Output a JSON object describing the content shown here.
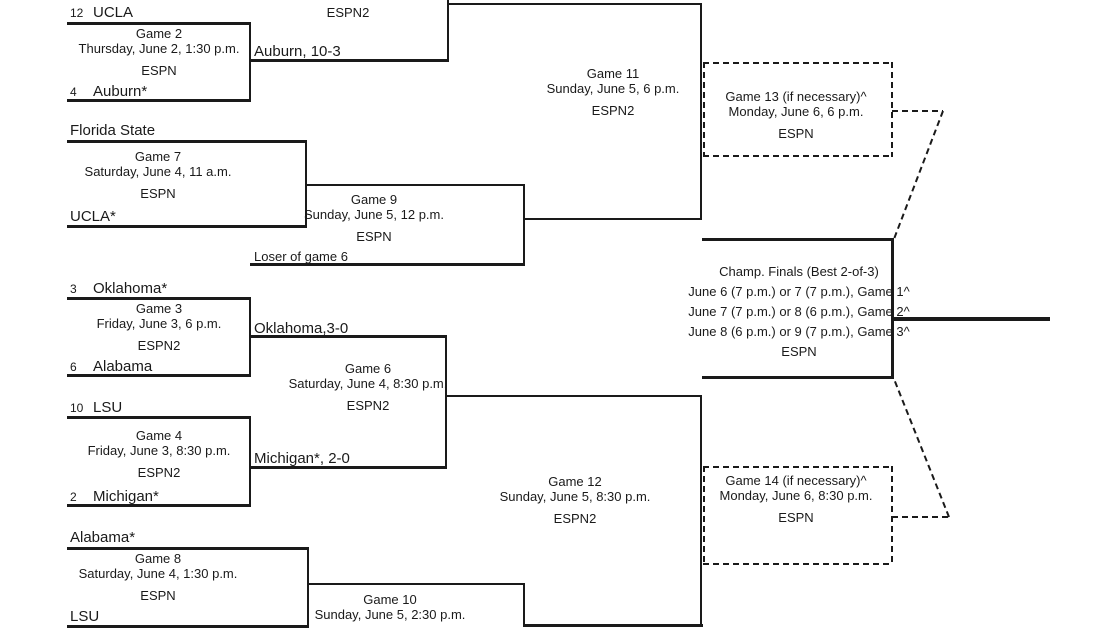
{
  "meta": {
    "ink": "#1a1a1a",
    "background": "#ffffff"
  },
  "cutoff_top": {
    "network": "ESPN2"
  },
  "advancers": {
    "g2": "Auburn, 10-3",
    "g3": "Oklahoma,3-0",
    "g4": "Michigan*, 2-0"
  },
  "feeders": {
    "g9_bottom": "Loser of game 6"
  },
  "games": {
    "g2": {
      "title": "Game 2",
      "when": "Thursday, June 2, 1:30 p.m.",
      "network": "ESPN",
      "top": {
        "seed": "12",
        "team": "UCLA"
      },
      "bottom": {
        "seed": "4",
        "team": "Auburn*"
      }
    },
    "g3": {
      "title": "Game 3",
      "when": "Friday, June 3, 6 p.m.",
      "network": "ESPN2",
      "top": {
        "seed": "3",
        "team": "Oklahoma*"
      },
      "bottom": {
        "seed": "6",
        "team": "Alabama"
      }
    },
    "g4": {
      "title": "Game 4",
      "when": "Friday, June 3, 8:30 p.m.",
      "network": "ESPN2",
      "top": {
        "seed": "10",
        "team": "LSU"
      },
      "bottom": {
        "seed": "2",
        "team": "Michigan*"
      }
    },
    "g6": {
      "title": "Game 6",
      "when": "Saturday, June 4, 8:30 p.m.",
      "network": "ESPN2"
    },
    "g7": {
      "title": "Game 7",
      "when": "Saturday, June 4, 11 a.m.",
      "network": "ESPN",
      "top": {
        "team": "Florida State"
      },
      "bottom": {
        "team": "UCLA*"
      }
    },
    "g8": {
      "title": "Game 8",
      "when": "Saturday, June 4, 1:30 p.m.",
      "network": "ESPN",
      "top": {
        "team": "Alabama*"
      },
      "bottom": {
        "team": "LSU"
      }
    },
    "g9": {
      "title": "Game 9",
      "when": "Sunday, June 5, 12 p.m.",
      "network": "ESPN"
    },
    "g10": {
      "title": "Game 10",
      "when": "Sunday, June 5, 2:30 p.m."
    },
    "g11": {
      "title": "Game 11",
      "when": "Sunday, June 5, 6 p.m.",
      "network": "ESPN2"
    },
    "g12": {
      "title": "Game 12",
      "when": "Sunday, June 5, 8:30 p.m.",
      "network": "ESPN2"
    },
    "g13": {
      "title": "Game 13 (if necessary)^",
      "when": "Monday, June 6, 6 p.m.",
      "network": "ESPN"
    },
    "g14": {
      "title": "Game 14 (if necessary)^",
      "when": "Monday, June 6, 8:30 p.m.",
      "network": "ESPN"
    }
  },
  "championship": {
    "title": "Champ. Finals (Best 2-of-3)",
    "game1": "June 6 (7 p.m.) or 7 (7 p.m.), Game 1^",
    "game2": "June 7 (7 p.m.) or 8 (6 p.m.), Game 2^",
    "game3": "June 8 (6 p.m.) or 9 (7 p.m.), Game 3^",
    "network": "ESPN"
  }
}
